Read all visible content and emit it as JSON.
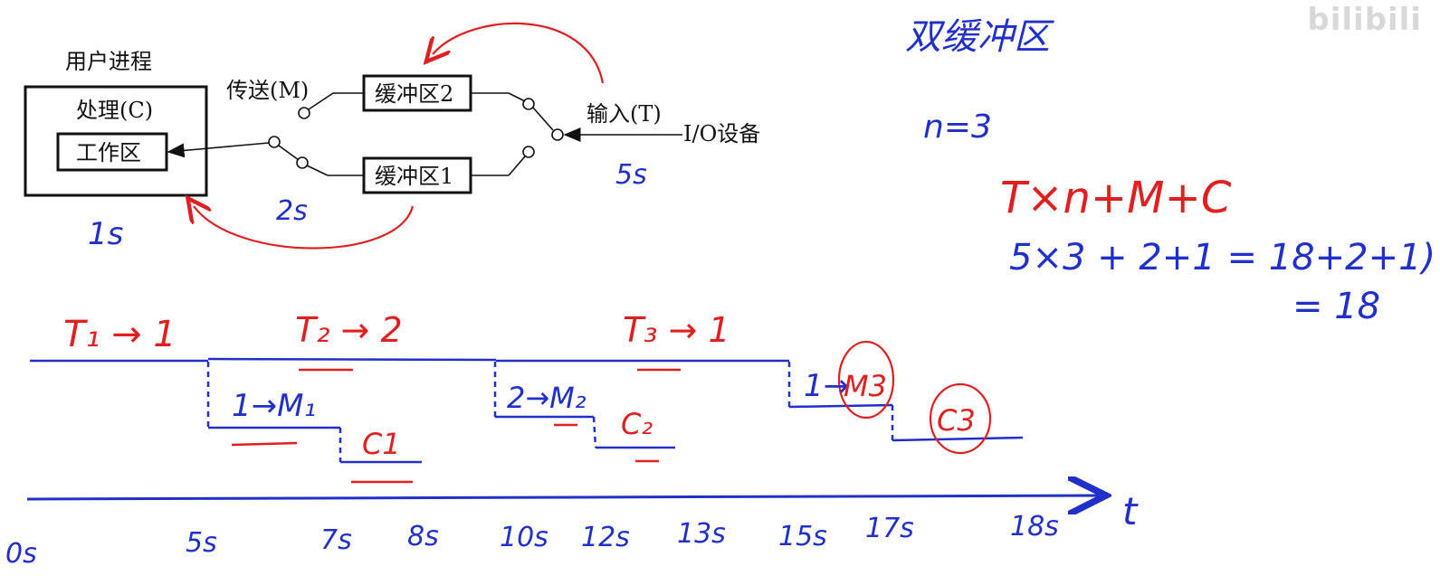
{
  "diagram": {
    "user_process": "用户进程",
    "process_label": "处理(C)",
    "work_area": "工作区",
    "transfer_label": "传送(M)",
    "buffer2": "缓冲区2",
    "buffer1": "缓冲区1",
    "input_label": "输入(T)",
    "io_device": "I/O设备"
  },
  "notes": {
    "title": "双缓冲区",
    "n_value": "n=3",
    "formula": "T×n+M+C",
    "calc_line1": "5×3 + 2+1 = 18+2+1)",
    "calc_line2": "= 18",
    "time_input": "5s",
    "time_transfer": "2s",
    "time_process": "1s"
  },
  "timeline": {
    "t_axis_label": "t",
    "ticks": [
      "0s",
      "5s",
      "7s",
      "8s",
      "10s",
      "12s",
      "13s",
      "15s",
      "17s",
      "18s"
    ],
    "segments": {
      "t1": "T₁ → 1",
      "t2": "T₂ → 2",
      "t3": "T₃ → 1",
      "m1": "1→M₁",
      "c1": "C1",
      "m2": "2→M₂",
      "c2": "C₂",
      "m3_prefix": "1→",
      "m3": "M3",
      "c3": "C3"
    }
  },
  "watermark": "bilibili",
  "colors": {
    "ink": "#111111",
    "blue": "#2030c8",
    "red": "#e02020"
  }
}
